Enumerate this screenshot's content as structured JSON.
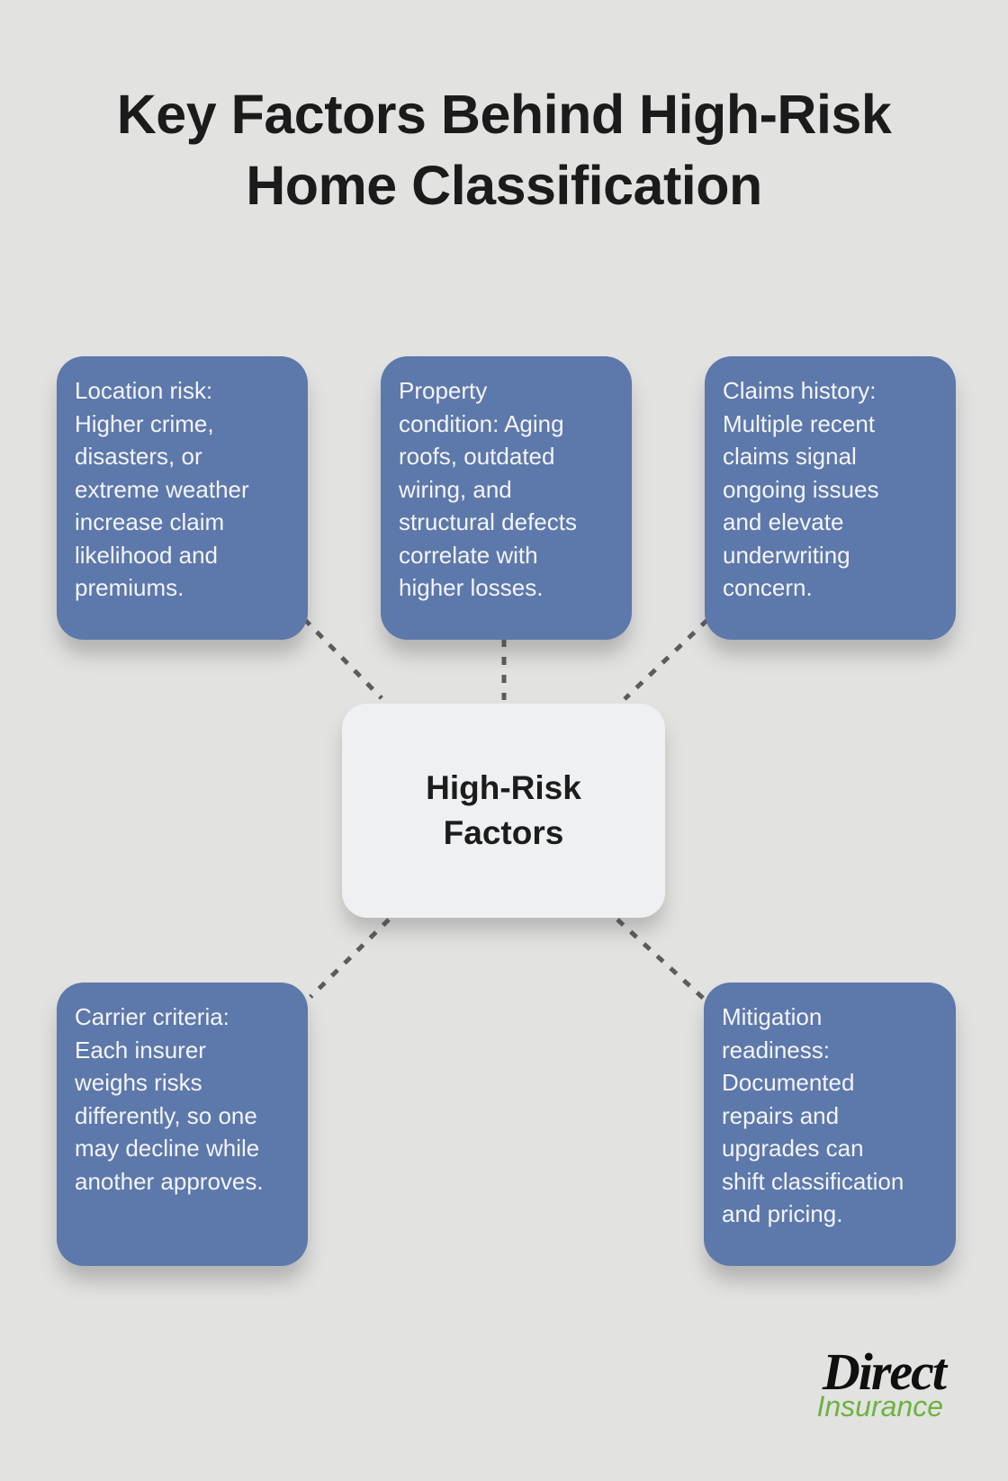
{
  "title": "Key Factors Behind High-Risk Home Classification",
  "center_node": {
    "label": "High-Risk Factors"
  },
  "factors": [
    {
      "id": "location-risk",
      "text": "Location risk: Higher crime, disasters, or extreme weather increase claim likelihood and premiums."
    },
    {
      "id": "property-condition",
      "text": "Property condition: Aging roofs, outdated wiring, and structural defects correlate with higher losses."
    },
    {
      "id": "claims-history",
      "text": "Claims history: Multiple recent claims signal ongoing issues and elevate underwriting concern."
    },
    {
      "id": "carrier-criteria",
      "text": "Carrier criteria: Each insurer weighs risks differently, so one may decline while another approves."
    },
    {
      "id": "mitigation-readiness",
      "text": "Mitigation readiness: Documented repairs and upgrades can shift classification and pricing."
    }
  ],
  "logo": {
    "brand": "Direct",
    "tagline": "Insurance"
  },
  "colors": {
    "background": "#e2e2e1",
    "card_blue": "#5d78aa",
    "card_text": "#f3f5f9",
    "center_bg": "#eff0f2",
    "title_text": "#1b1b1b",
    "connector_gray": "#5c5c5c",
    "logo_black": "#0f0f0f",
    "logo_green": "#6cb33f"
  }
}
